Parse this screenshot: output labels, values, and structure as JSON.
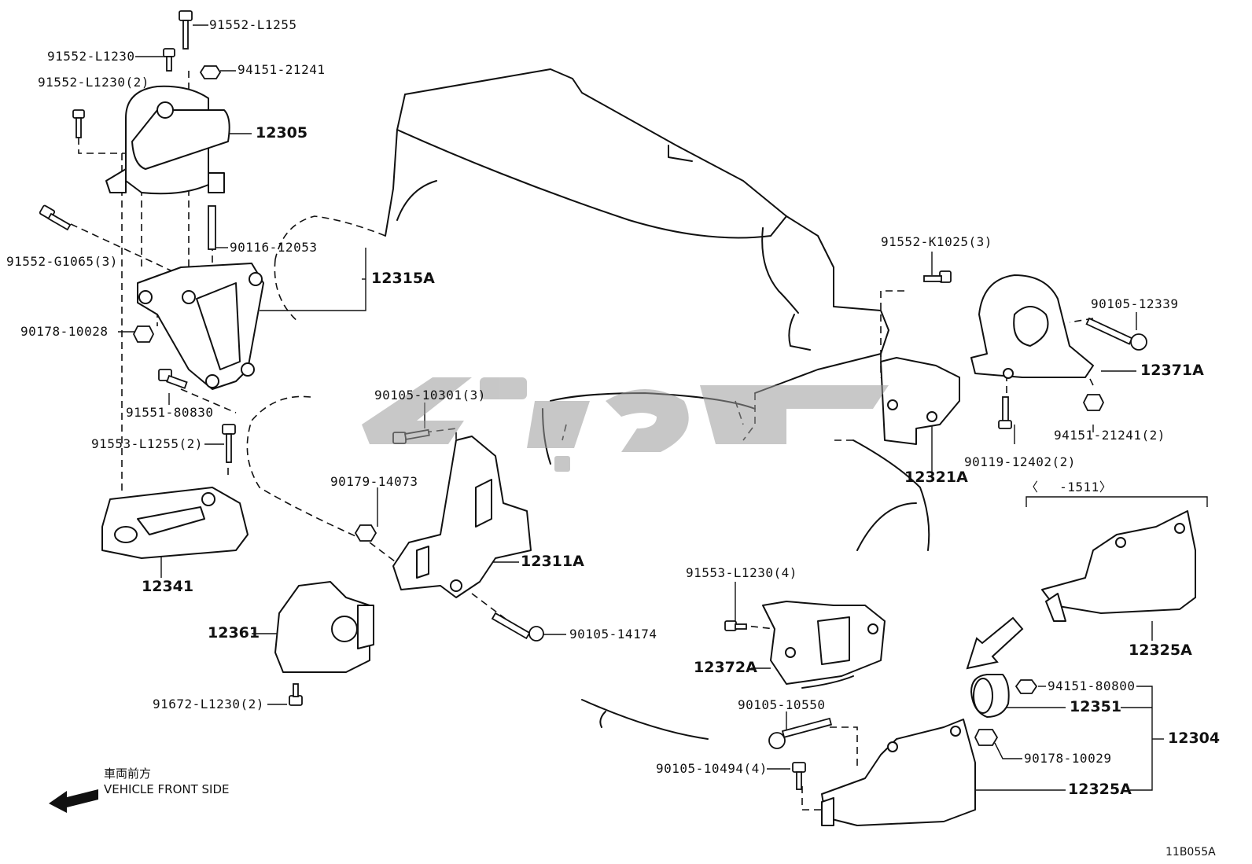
{
  "parts": {
    "p91552_L1255": "91552-L1255",
    "p91552_L1230": "91552-L1230",
    "p91552_L1230_2": "91552-L1230(2)",
    "p94151_21241": "94151-21241",
    "p12305": "12305",
    "p91552_G1065_3": "91552-G1065(3)",
    "p90116_12053": "90116-12053",
    "p12315A": "12315A",
    "p90178_10028": "90178-10028",
    "p91551_80830": "91551-80830",
    "p91553_L1255_2": "91553-L1255(2)",
    "p12341": "12341",
    "p12361": "12361",
    "p91672_L1230_2": "91672-L1230(2)",
    "p90105_10301_3": "90105-10301(3)",
    "p90179_14073": "90179-14073",
    "p12311A": "12311A",
    "p90105_14174": "90105-14174",
    "p91552_K1025_3": "91552-K1025(3)",
    "p12321A": "12321A",
    "p90105_12339": "90105-12339",
    "p12371A": "12371A",
    "p94151_21241_2": "94151-21241(2)",
    "p90119_12402_2": "90119-12402(2)",
    "p_range": "〈　 -1511〉",
    "p12325A_top": "12325A",
    "p91553_L1230_4": "91553-L1230(4)",
    "p12372A": "12372A",
    "p94151_80800": "94151-80800",
    "p12351": "12351",
    "p12304": "12304",
    "p90105_10550": "90105-10550",
    "p90178_10029": "90178-10029",
    "p90105_10494_4": "90105-10494(4)",
    "p12325A_bottom": "12325A"
  },
  "front_note_jp": "車両前方",
  "front_note_en": "VEHICLE FRONT SIDE",
  "figure_id": "11B055A",
  "watermark_text": "ي٤ڤ"
}
